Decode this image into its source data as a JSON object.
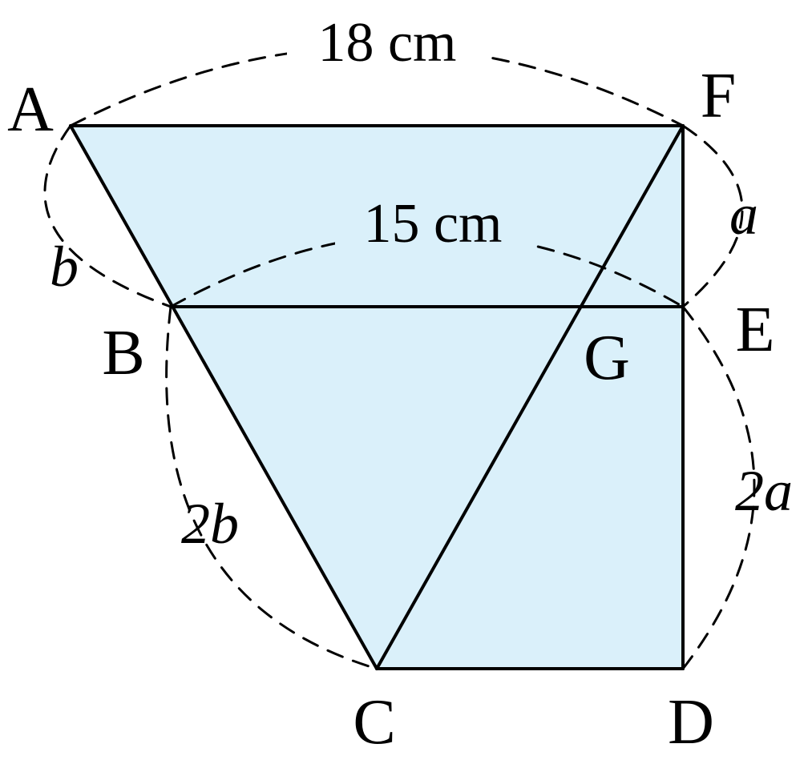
{
  "points": {
    "A": "A",
    "B": "B",
    "C": "C",
    "D": "D",
    "E": "E",
    "F": "F",
    "G": "G"
  },
  "measures": {
    "af": "18 cm",
    "be": "15 cm",
    "ab": "b",
    "bc": "2b",
    "fe": "a",
    "ed": "2a"
  },
  "colors": {
    "fill": "#daf0fa",
    "stroke": "#000000"
  }
}
